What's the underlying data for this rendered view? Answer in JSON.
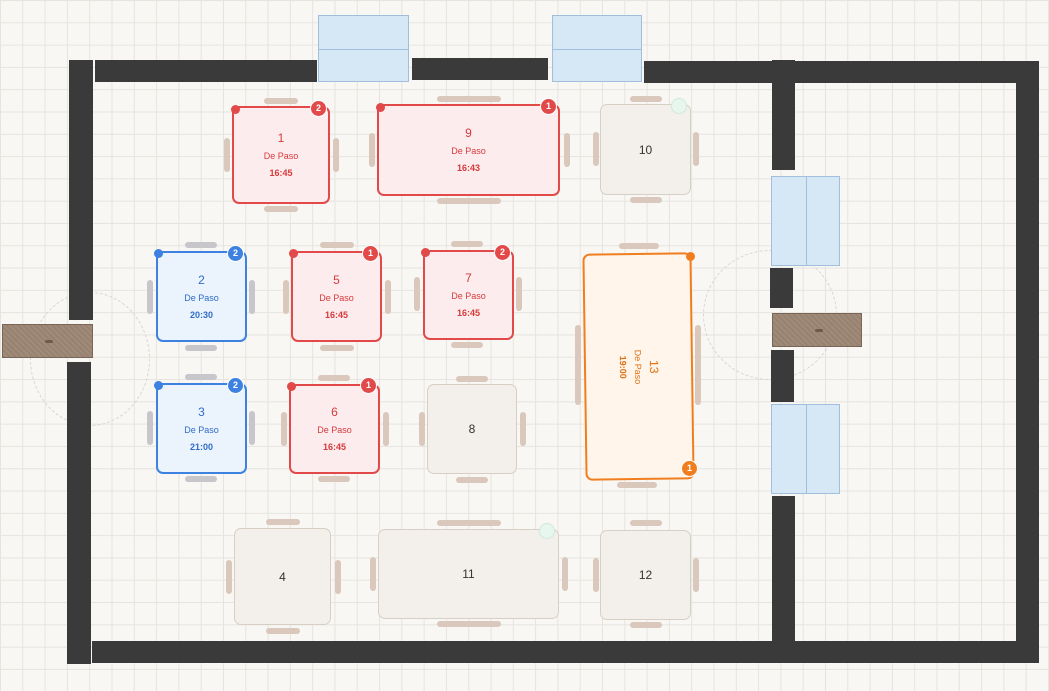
{
  "status_label": "De Paso",
  "colors": {
    "reserved_red": "#e24a4a",
    "reserved_blue": "#3d82e0",
    "reserved_orange": "#f07e1e",
    "free_table": "#f3efea",
    "wall": "#3a3a3a",
    "window": "#d6e8f6",
    "door": "#a08a78"
  },
  "tables": [
    {
      "id": "1",
      "state": "red",
      "status": "De Paso",
      "time": "16:45",
      "badge": "2"
    },
    {
      "id": "9",
      "state": "red",
      "status": "De Paso",
      "time": "16:43",
      "badge": "1"
    },
    {
      "id": "10",
      "state": "free",
      "status": "",
      "time": "",
      "badge": ""
    },
    {
      "id": "2",
      "state": "blue",
      "status": "De Paso",
      "time": "20:30",
      "badge": "2"
    },
    {
      "id": "5",
      "state": "red",
      "status": "De Paso",
      "time": "16:45",
      "badge": "1"
    },
    {
      "id": "7",
      "state": "red",
      "status": "De Paso",
      "time": "16:45",
      "badge": "2"
    },
    {
      "id": "13",
      "state": "orange",
      "status": "De Paso",
      "time": "19:00",
      "badge": "1"
    },
    {
      "id": "3",
      "state": "blue",
      "status": "De Paso",
      "time": "21:00",
      "badge": "2"
    },
    {
      "id": "6",
      "state": "red",
      "status": "De Paso",
      "time": "16:45",
      "badge": "1"
    },
    {
      "id": "8",
      "state": "free",
      "status": "",
      "time": "",
      "badge": ""
    },
    {
      "id": "4",
      "state": "free",
      "status": "",
      "time": "",
      "badge": ""
    },
    {
      "id": "11",
      "state": "free",
      "status": "",
      "time": "",
      "badge": ""
    },
    {
      "id": "12",
      "state": "free",
      "status": "",
      "time": "",
      "badge": ""
    }
  ]
}
